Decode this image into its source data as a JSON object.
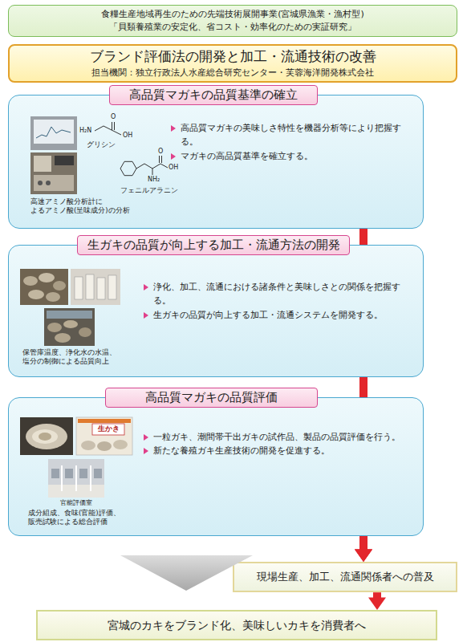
{
  "diagram": {
    "nodes": [
      {
        "text": [
          "食糧生産地域再生のための先端技術展開事業(宮城県漁業・漁村型)",
          "「貝類養殖業の安定化、省コスト・効率化のための実証研究」"
        ]
      },
      {
        "text": [
          "ブランド評価法の開発と加工・流通技術の改善",
          "担当機関：独立行政法人水産総合研究センター・芙蓉海洋開発株式会社"
        ]
      },
      {
        "text": [
          "高品質マガキの美味しさ特性を機器分析等により把握する。",
          "マガキの高品質基準を確立する。"
        ]
      },
      {
        "text": [
          "高品質マガキの品質基準の確立"
        ],
        "in": 2
      },
      {
        "text": [
          "浄化、加工、流通における諸条件と美味しさとの関係を把握する。",
          "生ガキの品質が向上する加工・流通システムを開発する。"
        ]
      },
      {
        "text": [
          "生ガキの品質が向上する加工・流通方法の開発"
        ],
        "in": 4
      },
      {
        "text": [
          "一粒ガキ、潮間帯干出ガキの試作品、製品の品質評価を行う。",
          "新たな養殖ガキ生産技術の開発を促進する。"
        ]
      },
      {
        "text": [
          "高品質マガキの品質評価"
        ],
        "in": 6
      },
      {
        "text": [
          "現場生産、加工、流通関係者への普及"
        ]
      },
      {
        "text": [
          "宮城のカキをブランド化、美味しいカキを消費者へ"
        ]
      }
    ],
    "edges": [
      {
        "from": 2,
        "to": 8,
        "arrow": "to"
      },
      {
        "from": 4,
        "to": 8,
        "arrow": "to"
      },
      {
        "from": 6,
        "to": 8,
        "arrow": "to"
      },
      {
        "from": 8,
        "to": 9,
        "arrow": "to"
      }
    ],
    "labels": [
      "グリシン",
      "フェニルアラニン",
      "高速アミノ酸分析計に よるアミノ酸(呈味成分)の分析",
      "H₂N",
      "O",
      "OH",
      "O",
      "OH",
      "NH₂",
      "保管庫温度、浄化水の水温、 塩分の制御による品質向上",
      "生かき",
      "官能評価室",
      "成分組成、食味(官能)評価、 販売試験による総合評価"
    ]
  }
}
